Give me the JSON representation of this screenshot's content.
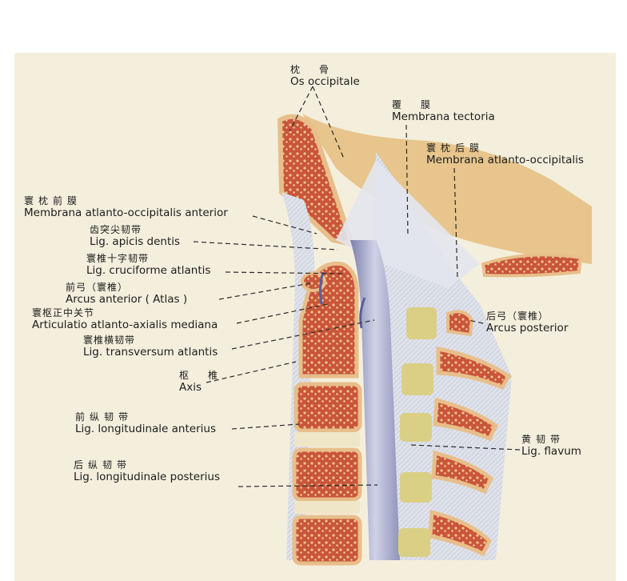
{
  "labels": {
    "os_occipitale": {
      "cn": "枕　骨",
      "en": "Os occipitale"
    },
    "membrana_tectoria": {
      "cn": "覆　膜",
      "en": "Membrana tectoria"
    },
    "membrana_atlanto_occipitalis": {
      "cn": "寰枕后膜",
      "en": "Membrana atlanto-occipitalis"
    },
    "membrana_atlanto_occipitalis_anterior": {
      "cn": "寰枕前膜",
      "en": "Membrana atlanto-occipitalis anterior"
    },
    "lig_apicis_dentis": {
      "cn": "齿突尖韧带",
      "en": "Lig. apicis dentis"
    },
    "lig_cruciforme_atlantis": {
      "cn": "寰椎十字韧带",
      "en": "Lig. cruciforme atlantis"
    },
    "arcus_anterior": {
      "cn": "前弓（寰椎）",
      "en": "Arcus anterior  ( Atlas )"
    },
    "articulatio_atlanto_axialis_mediana": {
      "cn": "寰枢正中关节",
      "en": "Articulatio atlanto-axialis mediana"
    },
    "lig_transversum_atlantis": {
      "cn": "寰椎横韧带",
      "en": "Lig. transversum atlantis"
    },
    "axis": {
      "cn": "枢　椎",
      "en": "Axis"
    },
    "lig_longitudinale_anterius": {
      "cn": "前纵韧带",
      "en": "Lig. longitudinale anterius"
    },
    "lig_longitudinale_posterius": {
      "cn": "后纵韧带",
      "en": "Lig. longitudinale posterius"
    },
    "arcus_posterior": {
      "cn": "后弓（寰椎）",
      "en": "Arcus posterior"
    },
    "lig_flavum": {
      "cn": "黄韧带",
      "en": "Lig. flavum"
    }
  },
  "colors": {
    "bone_cortex": "#e6b98a",
    "bone_marrow": "#c9553a",
    "ligament": "#dfe2ea",
    "disc": "#f1e6c4",
    "canal": "#6a6f9a",
    "background": "#f4efdd"
  }
}
